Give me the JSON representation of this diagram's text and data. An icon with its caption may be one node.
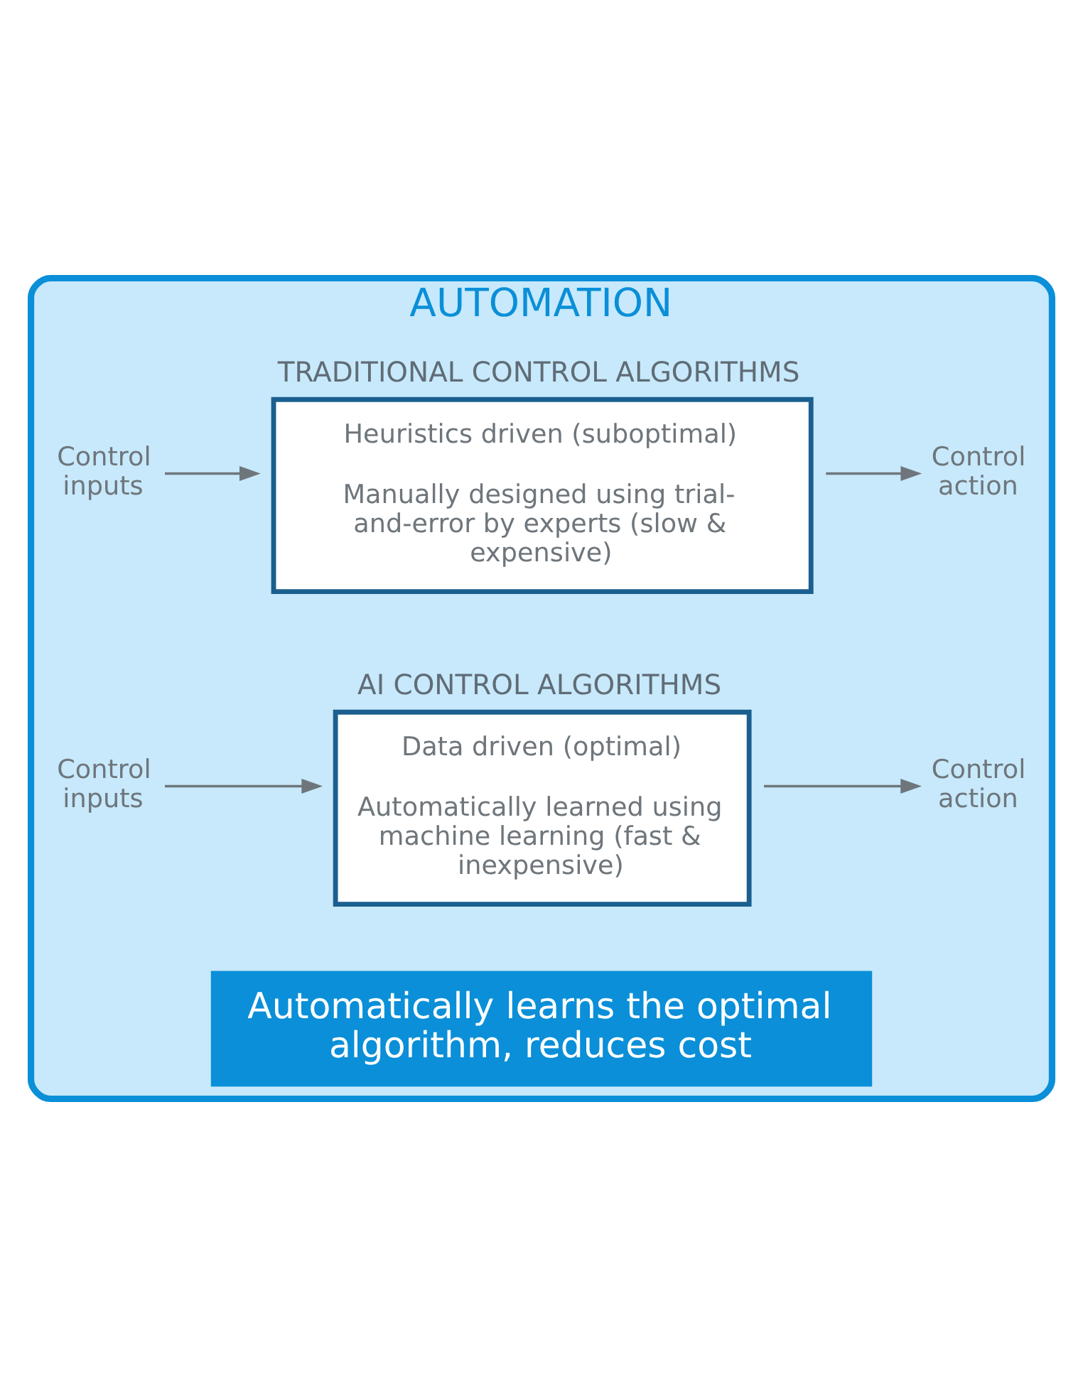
{
  "diagram": {
    "nodes": [
      {
        "text": [
          "AUTOMATION"
        ]
      },
      {
        "text": [
          "Control inputs"
        ],
        "in": 0
      },
      {
        "text": [
          "TRADITIONAL CONTROL ALGORITHMS",
          "Heuristics driven (suboptimal)",
          "Manually designed using trial-and-error by experts (slow & expensive)"
        ],
        "in": 0
      },
      {
        "text": [
          "Control action"
        ],
        "in": 0
      },
      {
        "text": [
          "Control inputs"
        ],
        "in": 0
      },
      {
        "text": [
          "AI CONTROL ALGORITHMS",
          "Data driven (optimal)",
          "Automatically learned using machine learning (fast & inexpensive)"
        ],
        "in": 0
      },
      {
        "text": [
          "Control action"
        ],
        "in": 0
      },
      {
        "text": [
          "Automatically learns the optimal algorithm, reduces cost"
        ],
        "in": 0
      }
    ],
    "edges": [
      {
        "from": 1,
        "to": 2,
        "arrow": "to"
      },
      {
        "from": 2,
        "to": 3,
        "arrow": "to"
      },
      {
        "from": 4,
        "to": 5,
        "arrow": "to"
      },
      {
        "from": 5,
        "to": 6,
        "arrow": "to"
      }
    ]
  }
}
